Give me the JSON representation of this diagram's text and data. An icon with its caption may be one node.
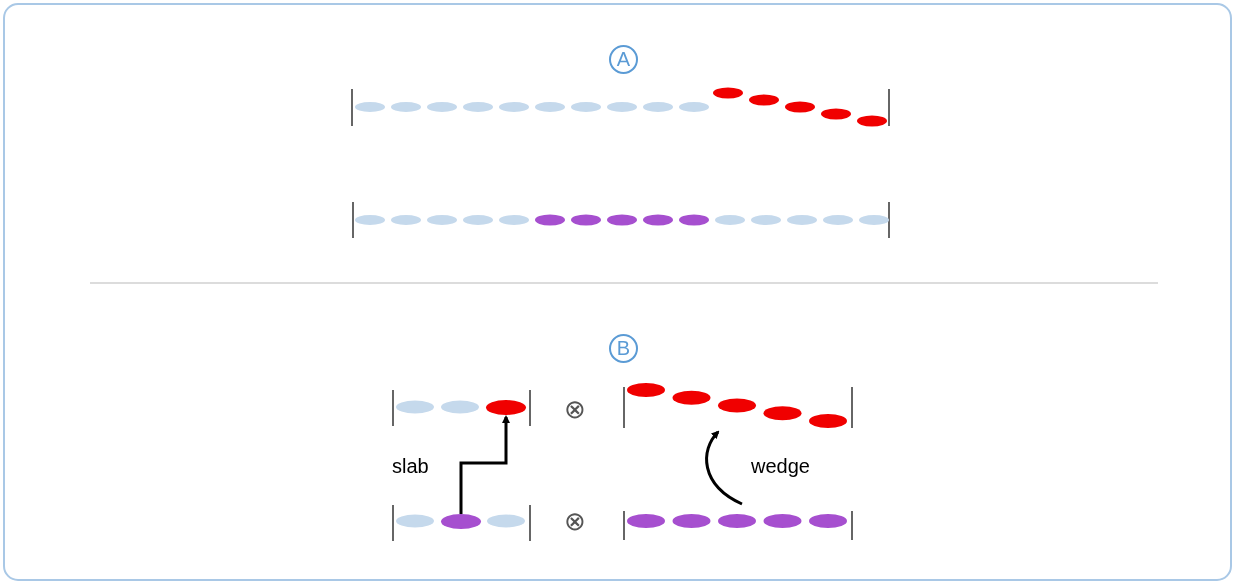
{
  "diagram": {
    "nodes": [
      {
        "text": [
          "A"
        ]
      },
      {
        "text": [
          "B"
        ]
      },
      {
        "text": [],
        "shape": "ellipse"
      },
      {
        "text": [],
        "shape": "ellipse"
      },
      {
        "text": [],
        "shape": "bar"
      },
      {
        "text": [],
        "shape": "bar"
      }
    ],
    "edges": [
      {
        "from": 3,
        "to": 2,
        "arrow": "to",
        "label": "slab"
      },
      {
        "from": 5,
        "to": 4,
        "arrow": "to",
        "label": "wedge"
      }
    ],
    "labels": [
      "⊗",
      "⊗"
    ]
  }
}
